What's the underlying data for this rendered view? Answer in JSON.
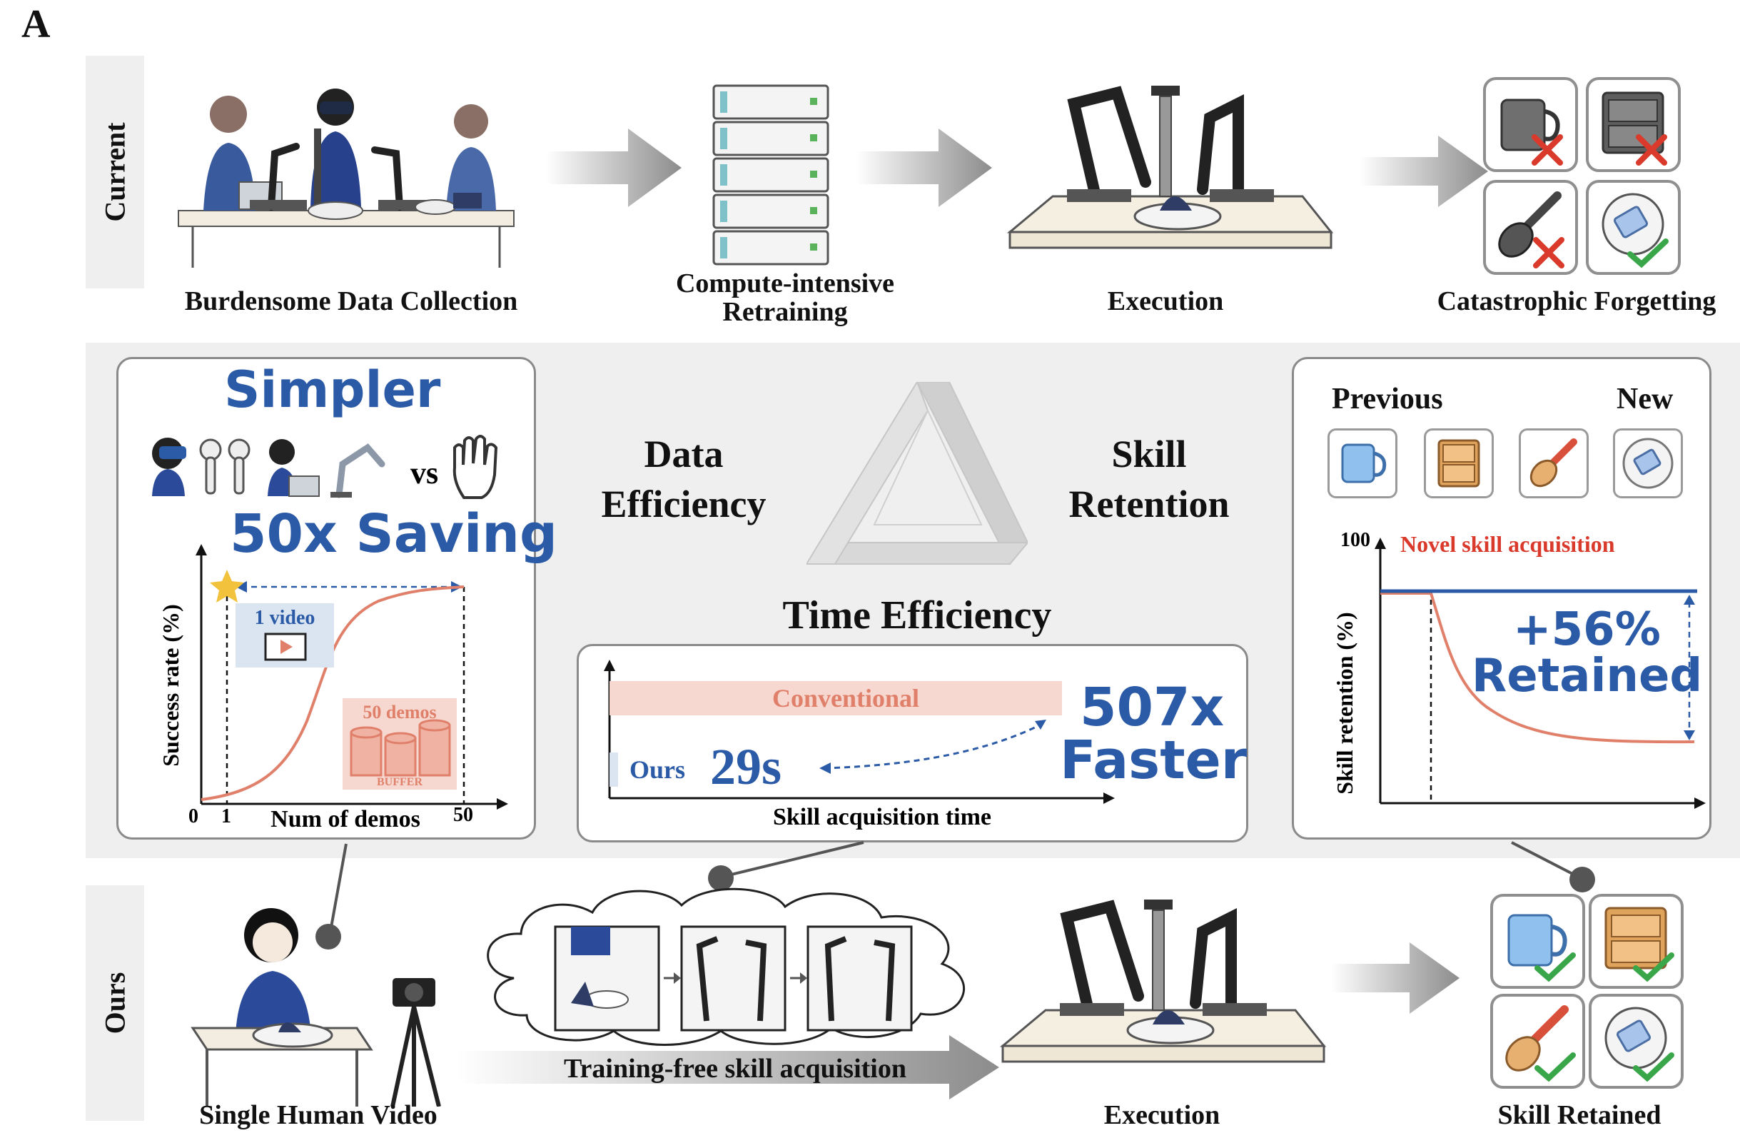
{
  "panel_letter": "A",
  "rows": {
    "current": "Current",
    "ours": "Ours"
  },
  "top": {
    "c1": "Burdensome Data Collection",
    "c2_line1": "Compute-intensive",
    "c2_line2": "Retraining",
    "c3": "Execution",
    "c4": "Catastrophic Forgetting"
  },
  "middle": {
    "data_eff_1": "Data",
    "data_eff_2": "Efficiency",
    "skill_ret_1": "Skill",
    "skill_ret_2": "Retention",
    "time_eff": "Time Efficiency"
  },
  "left_panel": {
    "title": "Simpler",
    "vs": "vs",
    "saving": "50x Saving",
    "one_video": "1 video",
    "fifty_demos": "50 demos",
    "buffer": "BUFFER",
    "ylabel": "Success rate (%)",
    "xlabel": "Num of demos",
    "x0": "0",
    "x1": "1",
    "x50": "50"
  },
  "time_panel": {
    "conventional": "Conventional",
    "ours": "Ours",
    "ours_time": "29s",
    "faster_1": "507x",
    "faster_2": "Faster",
    "xlabel": "Skill acquisition time"
  },
  "right_panel": {
    "previous": "Previous",
    "new": "New",
    "y100": "100",
    "novel": "Novel skill acquisition",
    "ylabel": "Skill retention (%)",
    "retained_1": "+56%",
    "retained_2": "Retained"
  },
  "bottom": {
    "b1": "Single Human Video",
    "b2": "Training-free skill acquisition",
    "b3": "Execution",
    "b4": "Skill Retained"
  },
  "colors": {
    "accent_blue": "#2b5aa6",
    "salmon": "#e0806a",
    "red": "#d93a2b",
    "green": "#3aa64a",
    "gray_band": "#efefef"
  },
  "icons": [
    "laptop-icon",
    "vr-headset-icon",
    "controller-icon",
    "robot-arm-icon",
    "hand-icon",
    "star-icon",
    "film-icon",
    "buffer-cylinders-icon",
    "server-rack-icon",
    "mug-icon",
    "drawer-icon",
    "brush-icon",
    "plate-icon",
    "check-icon",
    "cross-icon",
    "camera-icon",
    "cloud-icon",
    "impossible-triangle-icon"
  ]
}
